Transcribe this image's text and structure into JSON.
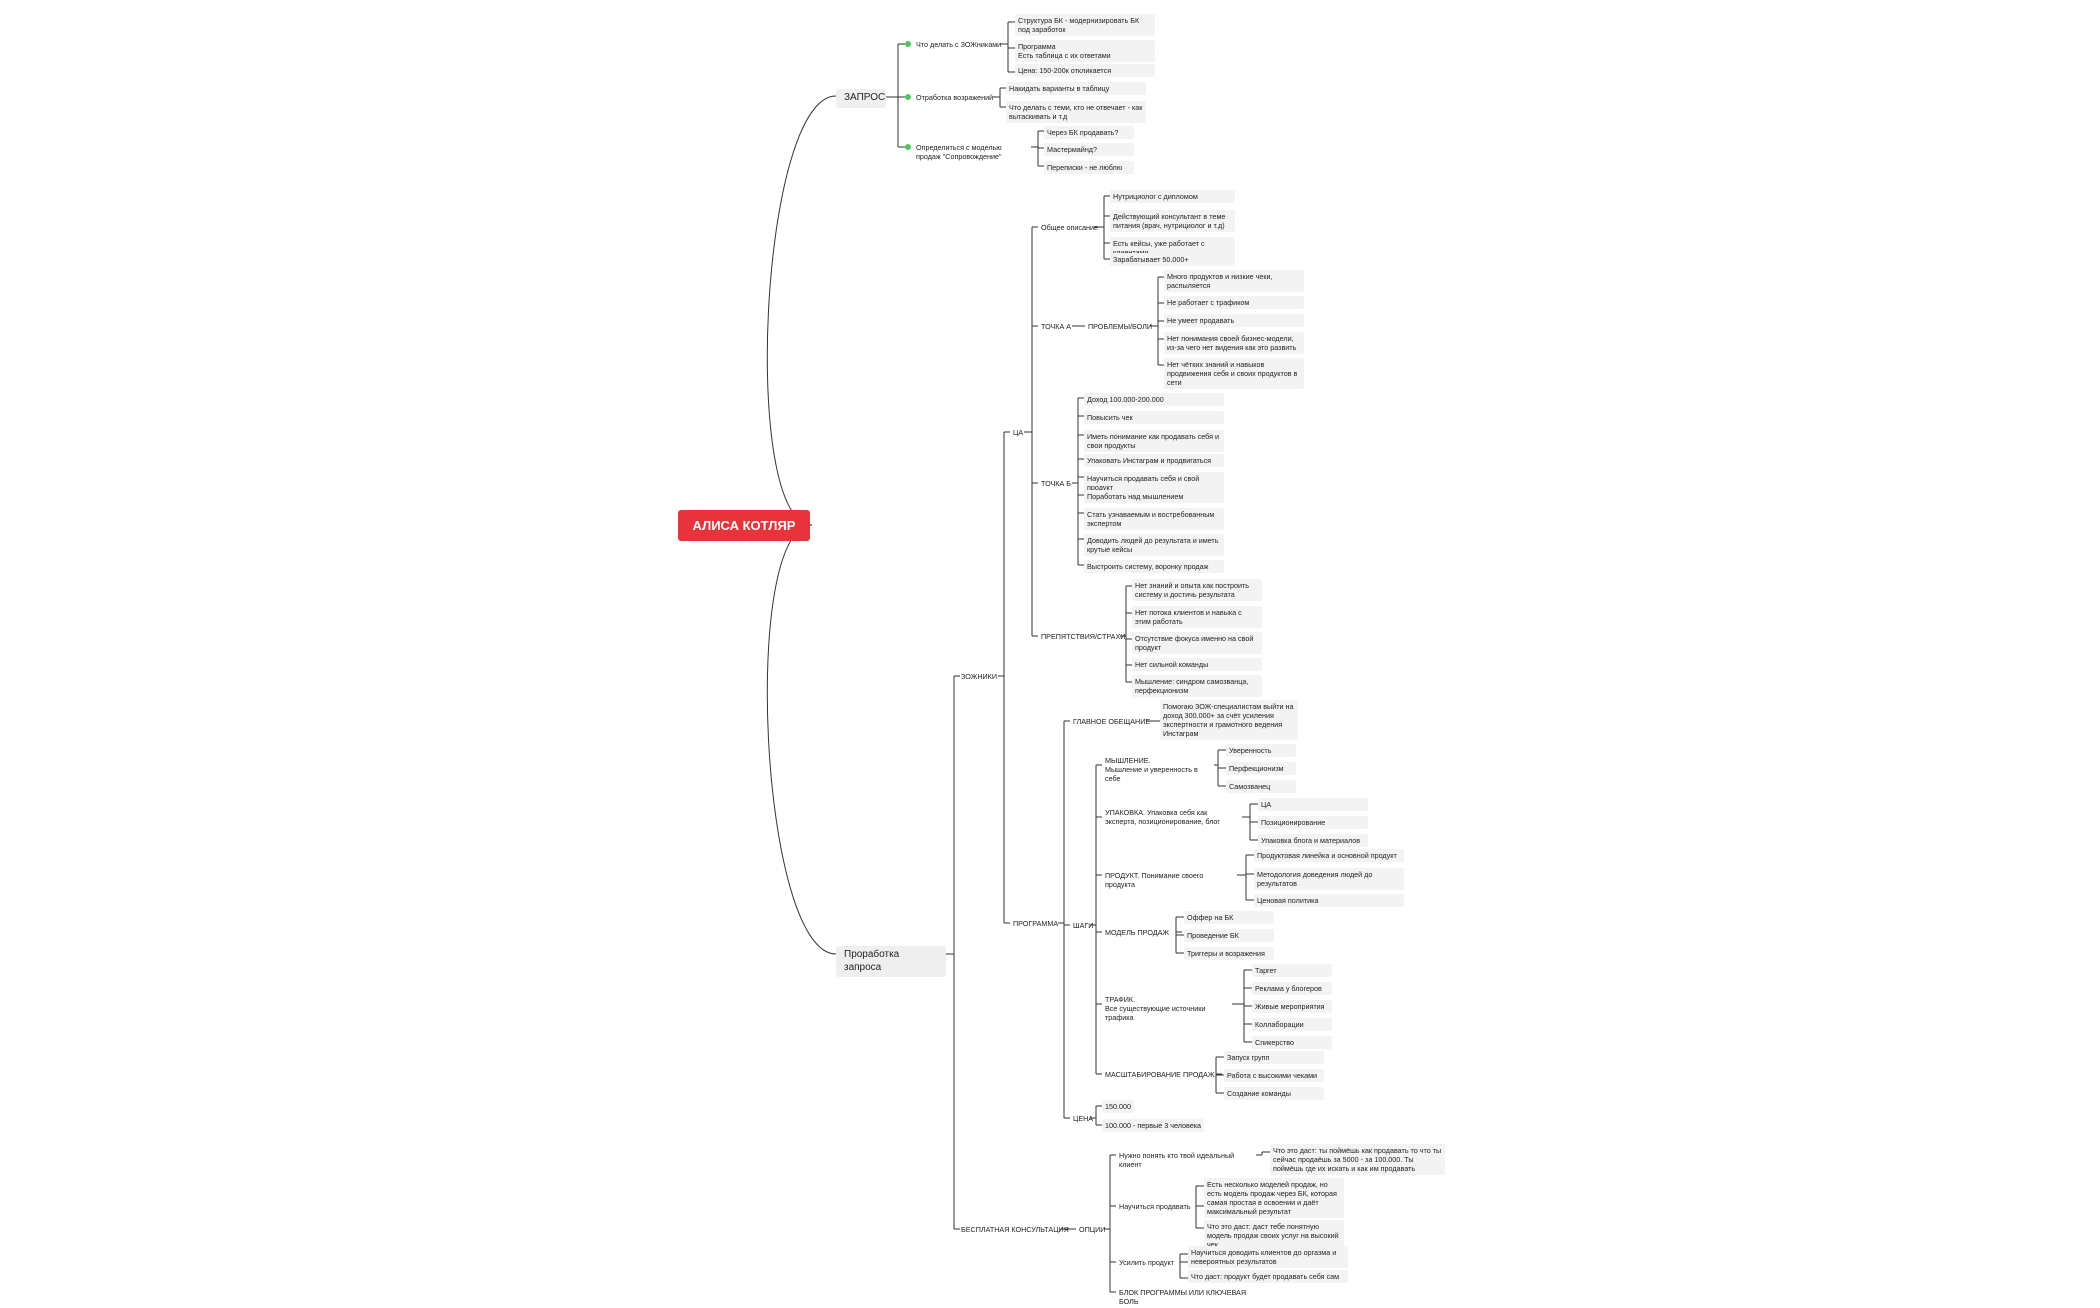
{
  "mindmap": {
    "root": "АЛИСА КОТЛЯР",
    "zapros": {
      "title": "ЗАПРОС",
      "items": [
        {
          "label": "Что делать с ЗОЖниками",
          "children": [
            "Структура БК - модернизировать БК под заработок",
            "Программа\nЕсть таблица с их ответами",
            "Цена: 150-200к откликается"
          ]
        },
        {
          "label": "Отработка возражений",
          "children": [
            "Накидать варианты в таблицу",
            "Что делать с теми, кто не отвечает - как вытаскивать и т.д"
          ]
        },
        {
          "label": "Определиться с моделью продаж \"Сопровождение\"",
          "children": [
            "Через БК продавать?",
            "Мастермайнд?",
            "Переписки - не люблю"
          ]
        }
      ]
    },
    "prorabotka": {
      "title": "Проработка запроса",
      "zozhniki": {
        "title": "ЗОЖНИКИ",
        "ca": {
          "title": "ЦА",
          "obshee": {
            "title": "Общее описание",
            "children": [
              "Нутрициолог с дипломом",
              "Действующий консультант в теме питания (врач, нутрициолог и т.д)",
              "Есть кейсы, уже работает с клиентами",
              "Зарабатывает 50.000+"
            ]
          },
          "tochka_a": {
            "title": "ТОЧКА А",
            "problems_title": "ПРОБЛЕМЫ/БОЛИ",
            "children": [
              "Много продуктов и низкие чеки, распыляется",
              "Не работает с трафиком",
              "Не умеет продавать",
              "Нет понимания своей бизнес-модели, из-за чего нет видения как это развить",
              "Нет чётких знаний и навыков продвижения себя и своих продуктов в сети"
            ]
          },
          "tochka_b": {
            "title": "ТОЧКА Б",
            "children": [
              "Доход 100.000-200.000",
              "Повысить чек",
              "Иметь понимание как продавать себя и свои продукты",
              "Упаковать Инстаграм и продвигаться",
              "Научиться продавать себя и свой продукт",
              "Поработать над мышлением",
              "Стать узнаваемым и востребованным экспертом",
              "Доводить людей до результата и иметь крутые кейсы",
              "Выстроить систему, воронку продаж"
            ]
          },
          "prepyatstviya": {
            "title": "ПРЕПЯТСТВИЯ/СТРАХИ",
            "children": [
              "Нет знаний и опыта как построить систему и достичь результата",
              "Нет потока клиентов и навыка с этим работать",
              "Отсутствие фокуса именно на свой продукт",
              "Нет сильной команды",
              "Мышление: синдром самозванца, перфекционизм"
            ]
          }
        },
        "programma": {
          "title": "ПРОГРАММА",
          "main_promise": {
            "title": "ГЛАВНОЕ ОБЕЩАНИЕ",
            "text": "Помогаю ЗОЖ-специалистам выйти на доход 300.000+ за счёт усиления экспертности и грамотного ведения Инстаграм"
          },
          "shagi": {
            "title": "ШАГИ",
            "steps": [
              {
                "label": "МЫШЛЕНИЕ.\nМышление и уверенность в себе",
                "children": [
                  "Уверенность",
                  "Перфекционизм",
                  "Самозванец"
                ]
              },
              {
                "label": "УПАКОВКА. Упаковка себя как эксперта, позиционирование, блог",
                "children": [
                  "ЦА",
                  "Позиционирование",
                  "Упаковка блога и материалов"
                ]
              },
              {
                "label": "ПРОДУКТ. Понимание своего продукта",
                "children": [
                  "Продуктовая линейка и основной продукт",
                  "Методология доведения людей до результатов",
                  "Ценовая политика"
                ]
              },
              {
                "label": "МОДЕЛЬ ПРОДАЖ",
                "children": [
                  "Оффер на БК",
                  "Проведение БК",
                  "Триггеры и возражения"
                ]
              },
              {
                "label": "ТРАФИК.\nВсе существующие источники трафика",
                "children": [
                  "Таргет",
                  "Реклама у блогеров",
                  "Живые мероприятия",
                  "Коллаборации",
                  "Спикерство"
                ]
              },
              {
                "label": "МАСШТАБИРОВАНИЕ ПРОДАЖ",
                "children": [
                  "Запуск групп",
                  "Работа с высокими чеками",
                  "Создание команды"
                ]
              }
            ]
          },
          "cena": {
            "title": "ЦЕНА",
            "children": [
              "150.000",
              "100.000 - первые 3 человека"
            ]
          }
        }
      },
      "konsultaciya": {
        "title": "БЕСПЛАТНАЯ КОНСУЛЬТАЦИЯ",
        "opcii": {
          "title": "ОПЦИИ",
          "items": [
            {
              "label": "Нужно понять кто твой идеальный клиент",
              "children": [
                "Что это даст: ты поймёшь как продавать то что ты сейчас продаёшь за 5000 - за 100.000. Ты поймёшь где их искать и как им продавать"
              ]
            },
            {
              "label": "Научиться продавать",
              "children": [
                "Есть несколько моделей продаж, но есть модель продаж через БК, которая самая простая в освоении и даёт максимальный результат",
                "Что это даст: даст тебе понятную модель продаж своих услуг на высокий чек"
              ]
            },
            {
              "label": "Усилить продукт",
              "children": [
                "Научиться доводить клиентов до оргазма и невероятных результатов",
                "Что даст: продукт будет продавать себя сам"
              ]
            },
            {
              "label": "БЛОК ПРОГРАММЫ ИЛИ КЛЮЧЕВАЯ БОЛЬ",
              "children": []
            }
          ]
        }
      }
    }
  }
}
